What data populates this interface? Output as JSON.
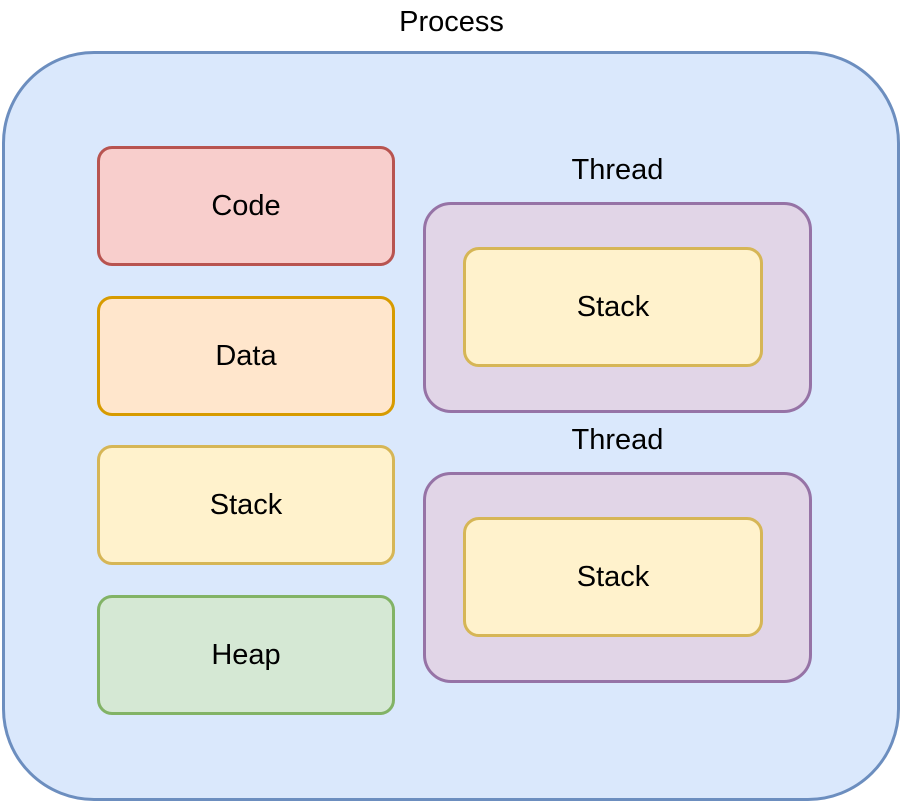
{
  "process": {
    "label": "Process",
    "segments": [
      {
        "id": "code",
        "label": "Code"
      },
      {
        "id": "data",
        "label": "Data"
      },
      {
        "id": "stack",
        "label": "Stack"
      },
      {
        "id": "heap",
        "label": "Heap"
      }
    ],
    "threads": [
      {
        "label": "Thread",
        "stack_label": "Stack"
      },
      {
        "label": "Thread",
        "stack_label": "Stack"
      }
    ]
  },
  "palette": {
    "process_fill": "#dae8fc",
    "process_stroke": "#6c8ebf",
    "code_fill": "#f8cecc",
    "code_stroke": "#b85450",
    "data_fill": "#ffe6cc",
    "data_stroke": "#d79b00",
    "stack_fill": "#fff2cc",
    "stack_stroke": "#d6b656",
    "heap_fill": "#d5e8d4",
    "heap_stroke": "#82b366",
    "thread_fill": "#e1d5e7",
    "thread_stroke": "#9673a6"
  }
}
